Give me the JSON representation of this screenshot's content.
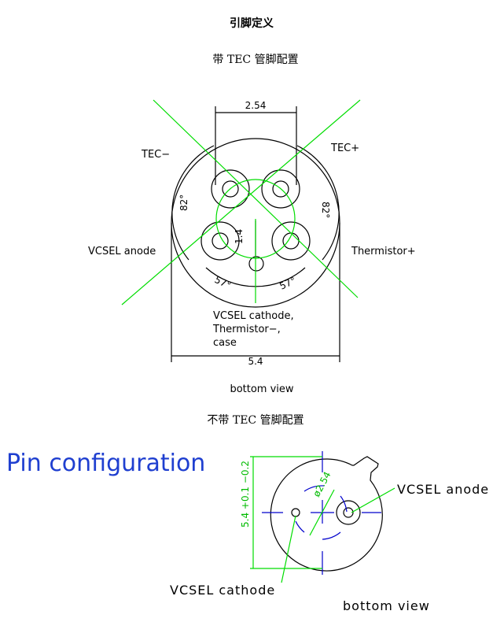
{
  "section_title": "引脚定义",
  "tec_version": {
    "caption": "带 TEC 管脚配置",
    "labels": {
      "tec_minus": "TEC−",
      "tec_plus": "TEC+",
      "vcsel_anode": "VCSEL anode",
      "thermistor_plus": "Thermistor+",
      "common_1": "VCSEL cathode,",
      "common_2": "Thermistor−,",
      "common_3": "case"
    },
    "dims": {
      "pitch": "2.54",
      "diameter": "5.4",
      "angle_top_left": "82°",
      "angle_top_right": "82°",
      "angle_bottom_left": "57°",
      "angle_bottom_right": "57°",
      "offset": "1.4"
    },
    "view": "bottom view"
  },
  "no_tec_version": {
    "caption": "不带 TEC 管脚配置",
    "heading": "Pin configuration",
    "labels": {
      "vcsel_anode": "VCSEL anode",
      "vcsel_cathode": "VCSEL cathode"
    },
    "dims": {
      "diameter": "5.4 +0.1 −0.2",
      "pitch": "ø2.54"
    },
    "view": "bottom view"
  },
  "colors": {
    "green": "#00dd00",
    "blue": "#0000cc",
    "heading": "#1f3fd0"
  }
}
